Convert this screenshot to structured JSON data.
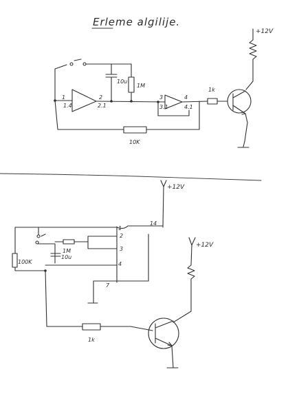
{
  "title": "Erleme algilije.",
  "top_circuit": {
    "supply": "+12V",
    "cap_label": "10u",
    "res_1m": "1M",
    "res_1k": "1k",
    "res_10k": "10K",
    "pin_1": "1",
    "pin_2": "2",
    "pin_3": "3",
    "pin_4": "4",
    "pin_lo_a": "1.4",
    "pin_lo_b": "2.1",
    "pin_lo_c": "3.1",
    "pin_lo_d": "4.1"
  },
  "bottom_circuit": {
    "supply_top": "+12V",
    "supply_right": "+12V",
    "pin_1": "1",
    "pin_2": "2",
    "pin_3": "3",
    "pin_4": "4",
    "pin_7": "7",
    "pin_14": "14",
    "res_100k": "100K",
    "res_1m": "1M",
    "cap_10u": "10u",
    "res_1k": "1k"
  }
}
